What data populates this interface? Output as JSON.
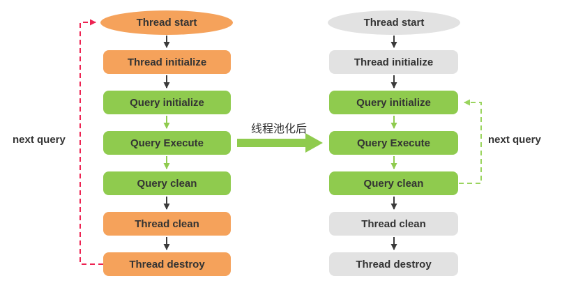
{
  "transition": {
    "label": "线程池化后"
  },
  "left_flow": {
    "loop_label": "next query",
    "loop": {
      "from": "Thread destroy",
      "to": "Thread start",
      "style": "dashed",
      "color": "#ed2352"
    },
    "nodes": [
      {
        "label": "Thread start",
        "shape": "ellipse",
        "fill": "orange"
      },
      {
        "label": "Thread initialize",
        "shape": "rounded-rect",
        "fill": "orange"
      },
      {
        "label": "Query initialize",
        "shape": "rounded-rect",
        "fill": "green"
      },
      {
        "label": "Query Execute",
        "shape": "rounded-rect",
        "fill": "green"
      },
      {
        "label": "Query clean",
        "shape": "rounded-rect",
        "fill": "green"
      },
      {
        "label": "Thread clean",
        "shape": "rounded-rect",
        "fill": "orange"
      },
      {
        "label": "Thread destroy",
        "shape": "rounded-rect",
        "fill": "orange"
      }
    ]
  },
  "right_flow": {
    "loop_label": "next query",
    "loop": {
      "from": "Query clean",
      "to": "Query initialize",
      "style": "dashed",
      "color": "#9ad45e"
    },
    "nodes": [
      {
        "label": "Thread start",
        "shape": "ellipse",
        "fill": "gray"
      },
      {
        "label": "Thread initialize",
        "shape": "rounded-rect",
        "fill": "gray"
      },
      {
        "label": "Query initialize",
        "shape": "rounded-rect",
        "fill": "green"
      },
      {
        "label": "Query Execute",
        "shape": "rounded-rect",
        "fill": "green"
      },
      {
        "label": "Query clean",
        "shape": "rounded-rect",
        "fill": "green"
      },
      {
        "label": "Thread clean",
        "shape": "rounded-rect",
        "fill": "gray"
      },
      {
        "label": "Thread destroy",
        "shape": "rounded-rect",
        "fill": "gray"
      }
    ]
  },
  "colors": {
    "orange": "#f5a25b",
    "green": "#8fcb4e",
    "gray": "#e2e2e2",
    "arrow_black": "#3a3a3a",
    "arrow_green": "#8fcb4e",
    "loop_red": "#ed2352",
    "loop_green": "#9ad45e",
    "text": "#333333"
  }
}
